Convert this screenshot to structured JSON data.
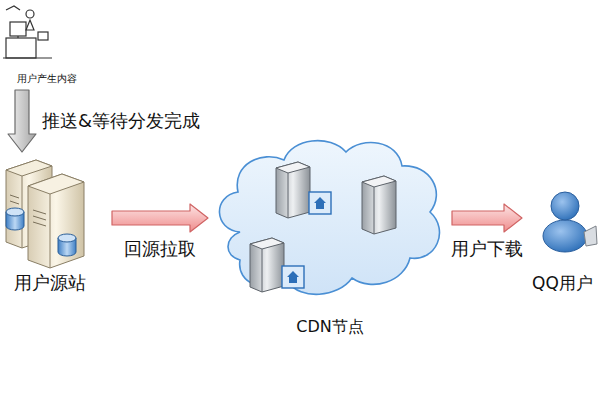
{
  "diagram": {
    "nodes": [
      {
        "text": [
          "用户产生内容"
        ]
      },
      {
        "text": [
          "用户源站"
        ]
      },
      {
        "text": [
          "CDN节点"
        ]
      },
      {
        "text": [
          "QQ用户"
        ]
      }
    ],
    "edges": [
      {
        "from": 0,
        "to": 1,
        "arrow": "to",
        "label": "推送&等待分发完成"
      },
      {
        "from": 1,
        "to": 2,
        "arrow": "to",
        "label": "回源拉取"
      },
      {
        "from": 2,
        "to": 3,
        "arrow": "to",
        "label": "用户下载"
      }
    ]
  }
}
